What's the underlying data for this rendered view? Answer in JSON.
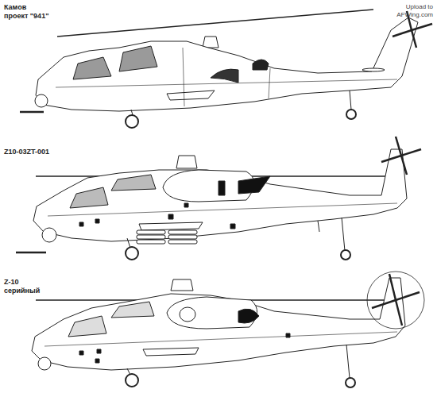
{
  "diagram": {
    "labels": [
      "Камов проект \"941\"",
      "Upload to AFWing.com",
      "Z10-03ZT-001",
      "Z-10 серийный"
    ]
  }
}
